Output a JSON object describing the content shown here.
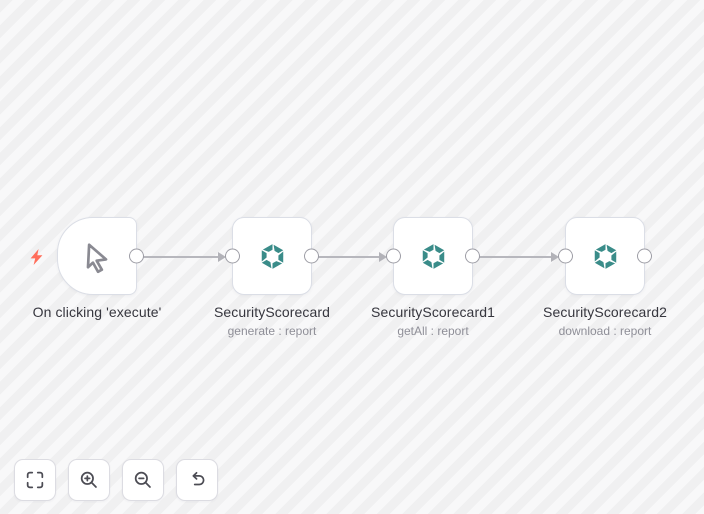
{
  "workflow": {
    "nodes": [
      {
        "title": "On clicking 'execute'",
        "subtitle": "",
        "type": "manual-trigger",
        "icon": "cursor-icon"
      },
      {
        "title": "SecurityScorecard",
        "subtitle": "generate : report",
        "type": "securityscorecard",
        "icon": "securityscorecard-logo-icon"
      },
      {
        "title": "SecurityScorecard1",
        "subtitle": "getAll : report",
        "type": "securityscorecard",
        "icon": "securityscorecard-logo-icon"
      },
      {
        "title": "SecurityScorecard2",
        "subtitle": "download : report",
        "type": "securityscorecard",
        "icon": "securityscorecard-logo-icon"
      }
    ],
    "connections": [
      {
        "from": 0,
        "to": 1
      },
      {
        "from": 1,
        "to": 2
      },
      {
        "from": 2,
        "to": 3
      }
    ]
  },
  "controls": {
    "buttons": [
      {
        "name": "zoom-to-fit",
        "icon": "fit-view-icon"
      },
      {
        "name": "zoom-in",
        "icon": "zoom-in-icon"
      },
      {
        "name": "zoom-out",
        "icon": "zoom-out-icon"
      },
      {
        "name": "reset-zoom",
        "icon": "undo-icon"
      }
    ]
  },
  "colors": {
    "brand_teal": "#3a8c89",
    "trigger_bolt": "#ff6d5a",
    "connector_gray": "#b7b7bd",
    "node_border": "#dbdee6",
    "title_text": "#36363e",
    "subtitle_text": "#8f8f98",
    "canvas_stripe": "#f0f0f1",
    "canvas_bg": "#f8f8f9"
  }
}
